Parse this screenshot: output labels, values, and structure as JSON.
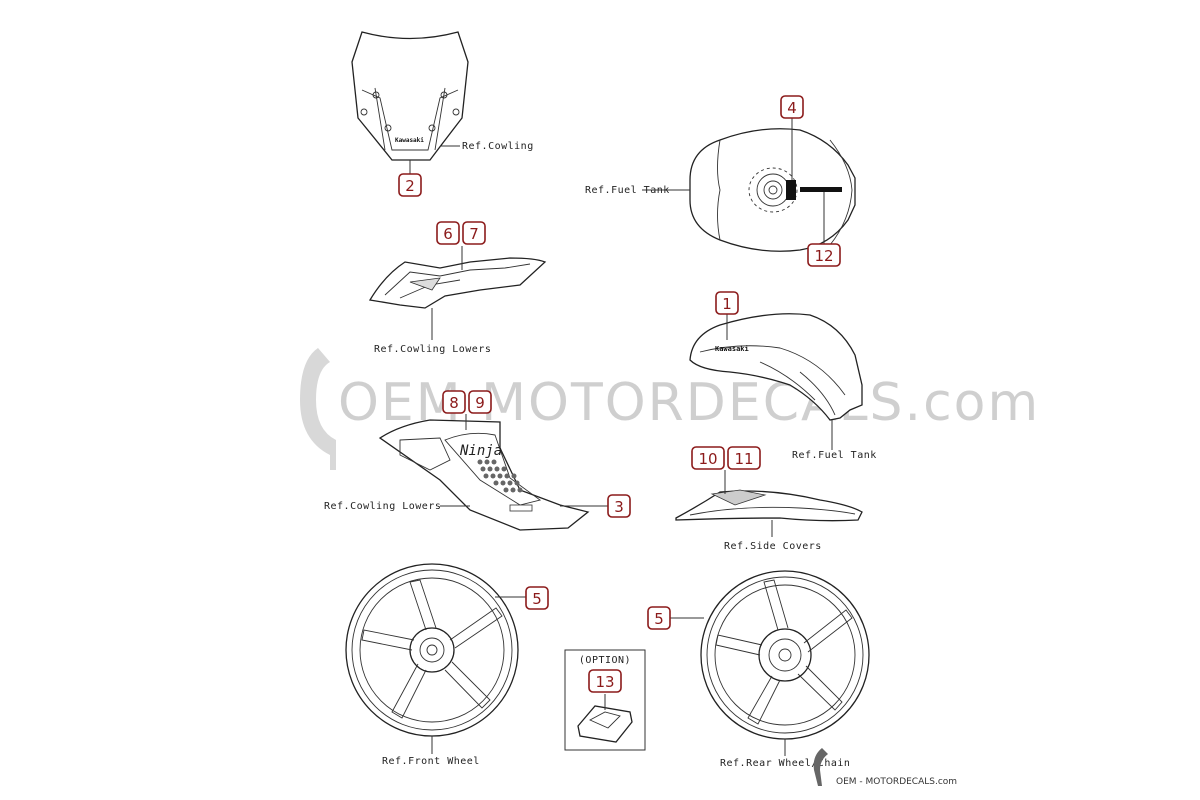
{
  "watermark": {
    "main": "OEM MOTORDECALS.com",
    "corner": "OEM - MOTORDECALS.com"
  },
  "refs": {
    "cowling": "Ref.Cowling",
    "fuel_tank_top": "Ref.Fuel Tank",
    "cowling_lowers_top": "Ref.Cowling Lowers",
    "fuel_tank_side": "Ref.Fuel Tank",
    "cowling_lowers_mid": "Ref.Cowling Lowers",
    "side_covers": "Ref.Side Covers",
    "front_wheel": "Ref.Front Wheel",
    "rear_wheel_chain": "Ref.Rear Wheel/Chain"
  },
  "option_label": "(OPTION)",
  "brand_text": "Kawasaki",
  "ninja_text": "Ninja",
  "parts": {
    "p1": "1",
    "p2": "2",
    "p3": "3",
    "p4": "4",
    "p5a": "5",
    "p5b": "5",
    "p6": "6",
    "p7": "7",
    "p8": "8",
    "p9": "9",
    "p10": "10",
    "p11": "11",
    "p12": "12",
    "p13": "13"
  },
  "colors": {
    "badge": "#8b1a1a",
    "line": "#333333"
  }
}
